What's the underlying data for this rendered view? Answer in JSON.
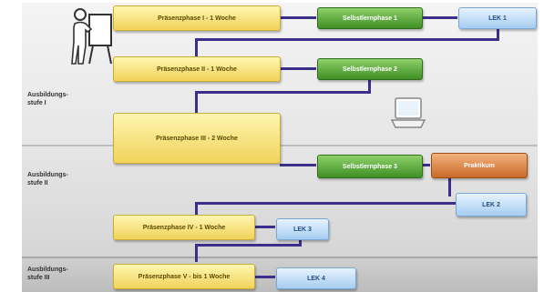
{
  "stages": [
    {
      "id": "s1",
      "label": "Ausbildungs-\nstufe I"
    },
    {
      "id": "s2",
      "label": "Ausbildungs-\nstufe II"
    },
    {
      "id": "s3",
      "label": "Ausbildungs-\nstufe III"
    }
  ],
  "nodes": {
    "p1": "Präsenzphase I - 1 Woche",
    "p2": "Präsenzphase II - 1 Woche",
    "p3": "Präsenzphase III - 2 Woche",
    "p4": "Präsenzphase IV - 1 Woche",
    "p5": "Präsenzphase V - bis 1 Woche",
    "s1": "Selbstlernphase 1",
    "s2": "Selbstlernphase 2",
    "s3": "Selbstlernphase 3",
    "pr": "Praktikum",
    "l1": "LEK 1",
    "l2": "LEK 2",
    "l3": "LEK 3",
    "l4": "LEK 4"
  },
  "colors": {
    "presence": "#f1d25b",
    "self_study": "#4a9a2e",
    "exam": "#a6cdf1",
    "practicum": "#c96a28",
    "connector": "#3b2f8c"
  },
  "icons": [
    "presenter-icon",
    "laptop-icon"
  ]
}
